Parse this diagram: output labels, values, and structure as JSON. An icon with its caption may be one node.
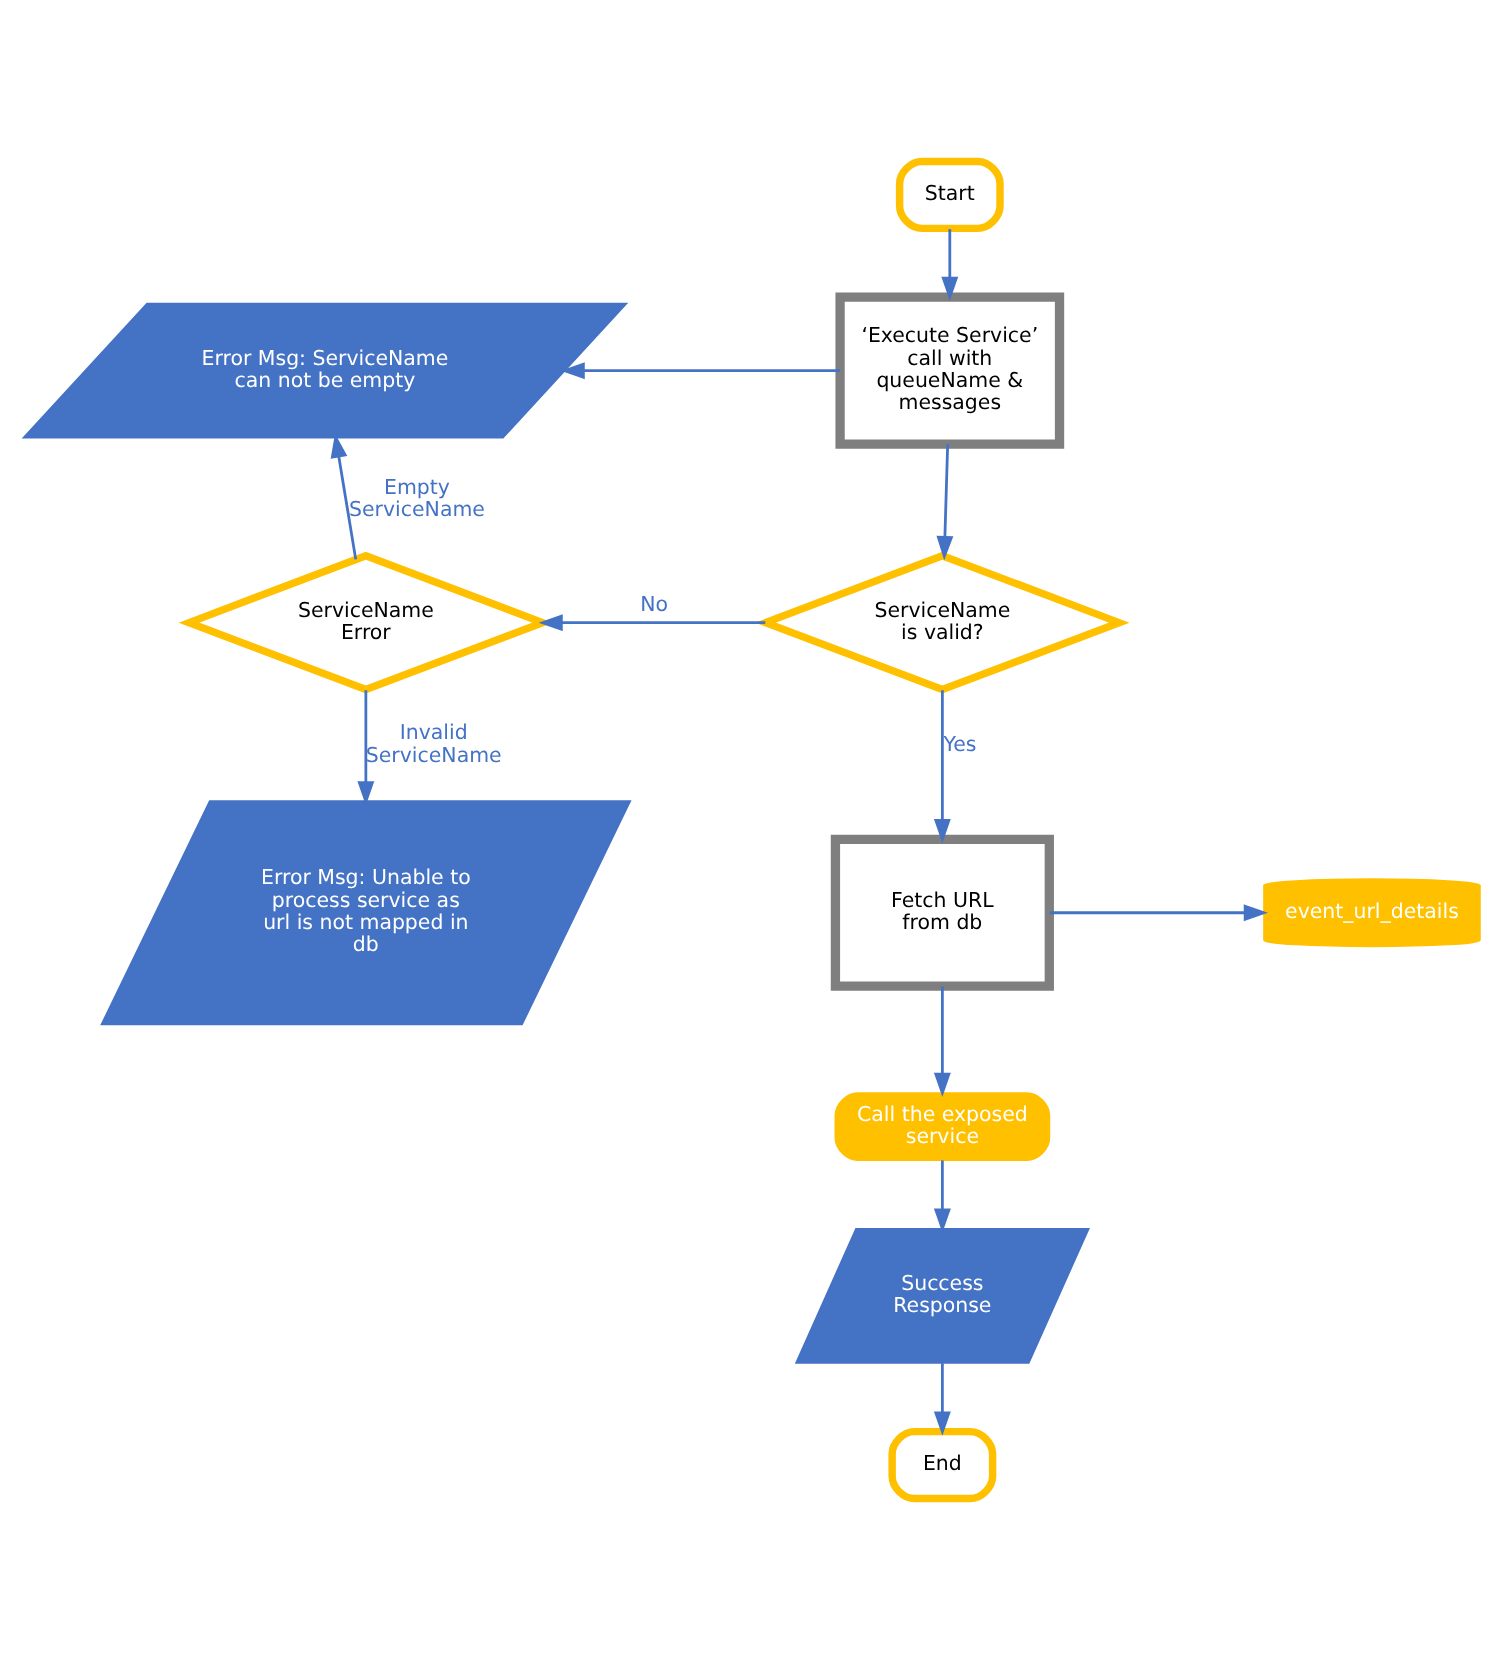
{
  "diagram": {
    "nodes": [
      {
        "text": [
          "Start"
        ]
      },
      {
        "text": [
          "‘Execute Service’ call with queueName & messages"
        ]
      },
      {
        "text": [
          "Error Msg: ServiceName can not be empty"
        ]
      },
      {
        "text": [
          "ServiceName Error"
        ]
      },
      {
        "text": [
          "ServiceName is valid?"
        ]
      },
      {
        "text": [
          "Error Msg: Unable to process service as url is not mapped in db"
        ]
      },
      {
        "text": [
          "Fetch URL from db"
        ]
      },
      {
        "text": [
          "event_url_details"
        ]
      },
      {
        "text": [
          "Call the exposed service"
        ]
      },
      {
        "text": [
          "Success Response"
        ]
      },
      {
        "text": [
          "End"
        ]
      }
    ],
    "edges": [
      {
        "from": 0,
        "to": 1,
        "arrow": "to"
      },
      {
        "from": 1,
        "to": 2,
        "arrow": "to"
      },
      {
        "from": 1,
        "to": 4,
        "arrow": "to"
      },
      {
        "from": 4,
        "to": 3,
        "arrow": "to",
        "label": "No"
      },
      {
        "from": 3,
        "to": 2,
        "arrow": "to",
        "label": "Empty ServiceName"
      },
      {
        "from": 3,
        "to": 5,
        "arrow": "to",
        "label": "Invalid ServiceName"
      },
      {
        "from": 4,
        "to": 6,
        "arrow": "to",
        "label": "Yes"
      },
      {
        "from": 6,
        "to": 7,
        "arrow": "to"
      },
      {
        "from": 6,
        "to": 8,
        "arrow": "to"
      },
      {
        "from": 8,
        "to": 9,
        "arrow": "to"
      },
      {
        "from": 9,
        "to": 10,
        "arrow": "to"
      }
    ]
  }
}
